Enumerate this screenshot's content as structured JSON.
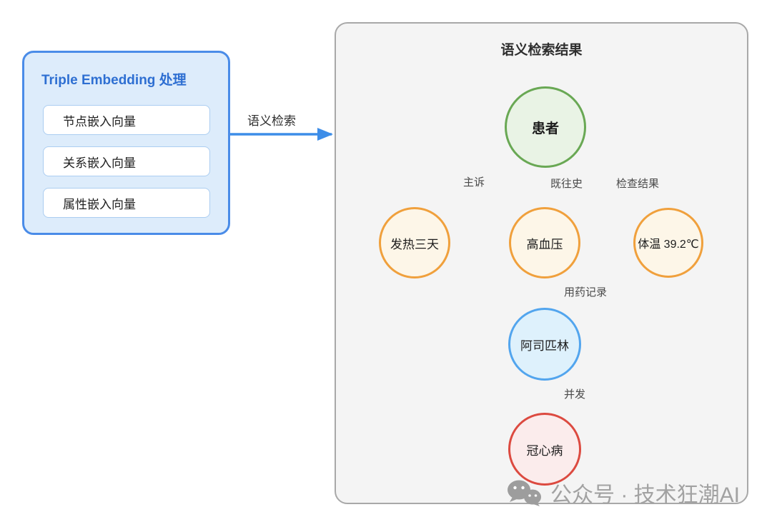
{
  "left_panel": {
    "title": "Triple Embedding 处理",
    "items": [
      {
        "label": "节点嵌入向量"
      },
      {
        "label": "关系嵌入向量"
      },
      {
        "label": "属性嵌入向量"
      }
    ],
    "colors": {
      "border": "#4a8ce8",
      "background": "#ddecfb",
      "title_text": "#2e6fd2"
    }
  },
  "connector": {
    "label": "语义检索",
    "arrow_color": "#3d8de8"
  },
  "right_panel": {
    "title": "语义检索结果",
    "colors": {
      "border": "#a8a8a8",
      "background": "#f4f4f4"
    },
    "nodes": [
      {
        "id": "patient",
        "label": "患者",
        "border": "#69a854",
        "fill": "#e9f3e5"
      },
      {
        "id": "fever",
        "label": "发热三天",
        "border": "#f0a03c",
        "fill": "#fdf6e8"
      },
      {
        "id": "hypertension",
        "label": "高血压",
        "border": "#f0a03c",
        "fill": "#fdf6e8"
      },
      {
        "id": "temperature",
        "label": "体温 39.2℃",
        "border": "#f0a03c",
        "fill": "#fdf6e8"
      },
      {
        "id": "aspirin",
        "label": "阿司匹林",
        "border": "#52a5ee",
        "fill": "#def1fc"
      },
      {
        "id": "coronary",
        "label": "冠心病",
        "border": "#dc4a40",
        "fill": "#fbecec"
      }
    ],
    "edges": [
      {
        "from": "patient",
        "to": "fever",
        "label": "主诉"
      },
      {
        "from": "patient",
        "to": "hypertension",
        "label": "既往史"
      },
      {
        "from": "patient",
        "to": "temperature",
        "label": "检查结果"
      },
      {
        "from": "hypertension",
        "to": "aspirin",
        "label": "用药记录"
      },
      {
        "from": "aspirin",
        "to": "coronary",
        "label": "并发"
      }
    ]
  },
  "watermark": {
    "text": "公众号 · 技术狂潮AI"
  }
}
